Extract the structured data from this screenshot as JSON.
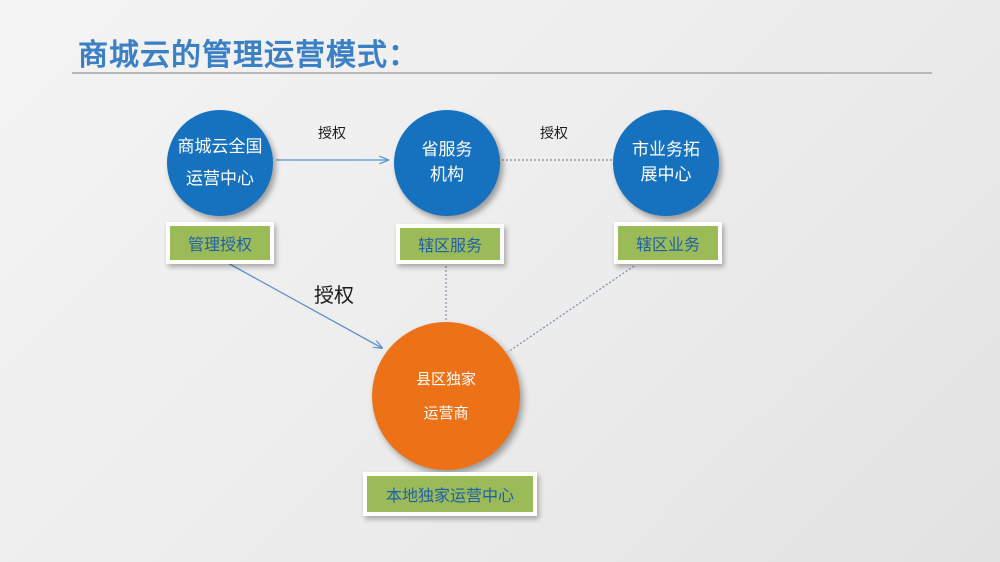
{
  "title": "商城云的管理运营模式：",
  "nodes": {
    "national_center": "商城云全国\n运营中心",
    "province": "省服务\n机构",
    "city": "市业务拓\n展中心",
    "county": "县区独家\n运营商"
  },
  "tags": {
    "national_center": "管理授权",
    "province": "辖区服务",
    "city": "辖区业务",
    "county": "本地独家运营中心"
  },
  "edge_labels": {
    "national_to_province": "授权",
    "province_to_city": "授权",
    "national_to_county": "授权"
  },
  "colors": {
    "title": "#3b7fc4",
    "blue_node": "#1671be",
    "orange_node": "#ed7117",
    "tag_fill": "#9bbb59",
    "tag_text": "#1f5fa8",
    "connector": "#5b8fd0"
  }
}
